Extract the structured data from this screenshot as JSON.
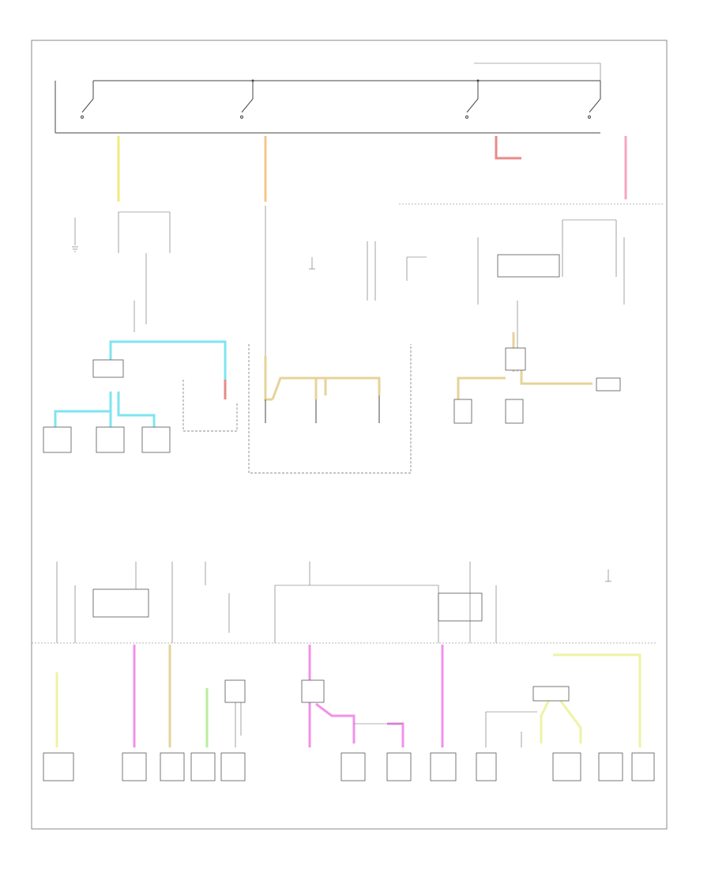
{
  "diagram": {
    "figure_code": "",
    "legend": {
      "note_a": "",
      "note_b": ""
    },
    "colors": {
      "yellow": "#f3ea7a",
      "orange": "#f6c68a",
      "pink": "#f5a6c0",
      "cyan": "#7ee5f0",
      "tan": "#e6d39a",
      "magenta": "#f291ea",
      "green": "#b7ee9d",
      "lime": "#eef3a4",
      "red": "#e88a8a"
    },
    "components": [
      {
        "id": "c1"
      },
      {
        "id": "c2"
      },
      {
        "id": "c3"
      },
      {
        "id": "c4"
      },
      {
        "id": "c5"
      },
      {
        "id": "c6"
      },
      {
        "id": "c7"
      },
      {
        "id": "c8"
      },
      {
        "id": "c9"
      },
      {
        "id": "c10"
      },
      {
        "id": "c11"
      },
      {
        "id": "c12"
      },
      {
        "id": "c13"
      },
      {
        "id": "c14"
      },
      {
        "id": "c15"
      }
    ]
  }
}
